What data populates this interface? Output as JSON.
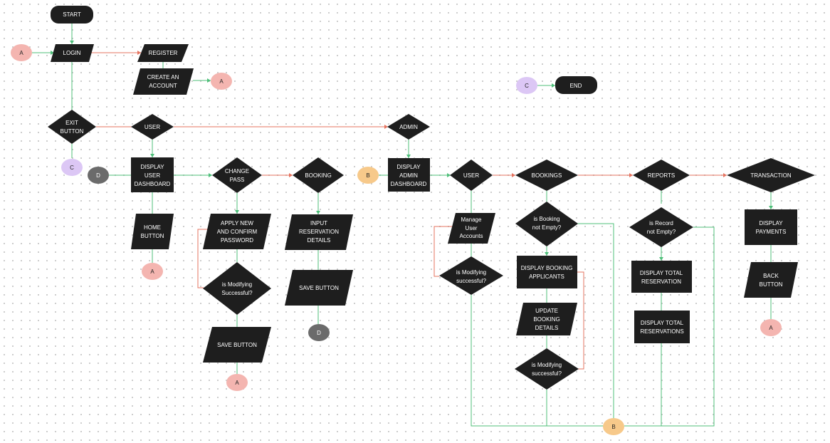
{
  "colors": {
    "shape_fill": "#1e1e1e",
    "shape_text": "#ffffff",
    "connector_red": "#f4b5b0",
    "connector_yellow": "#f7c98a",
    "connector_purple": "#dcc7f5",
    "connector_gray": "#6b6b6b",
    "line_green": "#4fbf7a",
    "line_red": "#e5735f"
  },
  "nodes": {
    "start": "START",
    "end": "END",
    "login": "LOGIN",
    "register": "REGISTER",
    "create_account": [
      "CREATE AN",
      "ACCOUNT"
    ],
    "exit_button": [
      "EXIT",
      "BUTTON"
    ],
    "user_branch": "USER",
    "admin_branch": "ADMIN",
    "display_user_dashboard": [
      "DISPLAY",
      "USER",
      "DASHBOARD"
    ],
    "home_button": [
      "HOME",
      "BUTTON"
    ],
    "change_pass": [
      "CHANGE",
      "PASS"
    ],
    "apply_new_password": [
      "APPLY NEW",
      "AND CONFIRM",
      "PASSWORD"
    ],
    "modify_success_pass": [
      "is Modifying",
      "Successful?"
    ],
    "save_button_pass": "SAVE BUTTON",
    "booking": "BOOKING",
    "input_reservation": [
      "INPUT",
      "RESERVATION",
      "DETAILS"
    ],
    "save_button_booking": "SAVE BUTTON",
    "display_admin_dashboard": [
      "DISPLAY",
      "ADMIN",
      "DASHBOARD"
    ],
    "admin_user": "USER",
    "manage_user_accounts": [
      "Manage",
      "User",
      "Accounts"
    ],
    "modify_success_user": [
      "is Modifying",
      "successful?"
    ],
    "bookings": "BOOKINGS",
    "booking_not_empty": [
      "is Booking",
      "not Empty?"
    ],
    "display_booking_applicants": [
      "DISPLAY BOOKING",
      "APPLICANTS"
    ],
    "update_booking_details": [
      "UPDATE",
      "BOOKING",
      "DETAILS"
    ],
    "modify_success_booking": [
      "is Modifying",
      "successful?"
    ],
    "reports": "REPORTS",
    "record_not_empty": [
      "is Record",
      "not Empty?"
    ],
    "display_total_reservation": [
      "DISPLAY TOTAL",
      "RESERVATION"
    ],
    "display_total_reservations": [
      "DISPLAY TOTAL",
      "RESERVATIONS"
    ],
    "transaction": "TRANSACTION",
    "display_payments": [
      "DISPLAY",
      "PAYMENTS"
    ],
    "back_button": [
      "BACK",
      "BUTTON"
    ]
  },
  "connectors": {
    "a": "A",
    "b": "B",
    "c": "C",
    "d": "D"
  }
}
